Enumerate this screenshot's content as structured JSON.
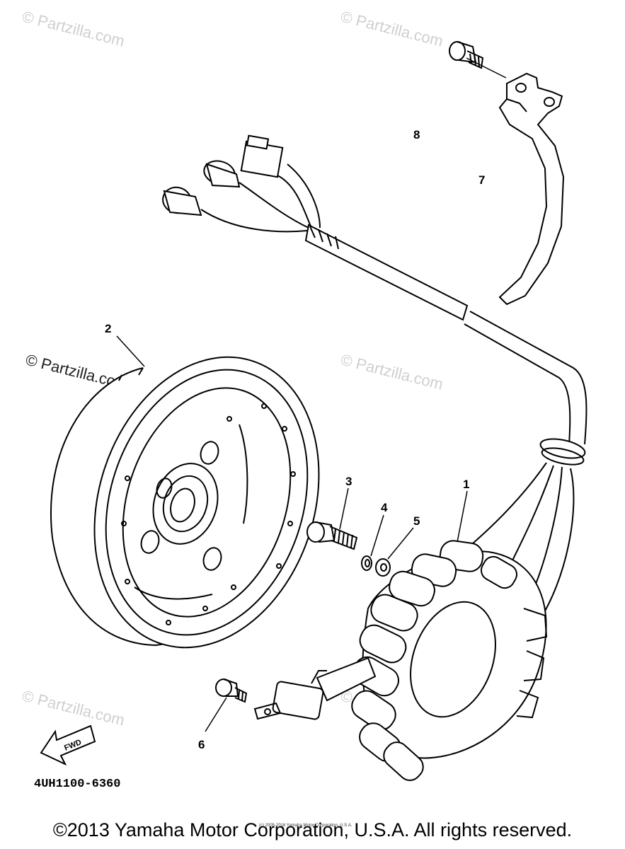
{
  "watermark": {
    "text": "© Partzilla.com"
  },
  "callouts": {
    "p1": "1",
    "p2": "2",
    "p3": "3",
    "p4": "4",
    "p5": "5",
    "p6": "6",
    "p7": "7",
    "p8": "8"
  },
  "fwd_label": "FWD",
  "diagram_code": "4UH1100-6360",
  "small_notice": "(c) 2005-2016 Yamaha Motor Corporation, U.S.A.",
  "copyright": "©2013 Yamaha Motor Corporation, U.S.A. All rights reserved."
}
